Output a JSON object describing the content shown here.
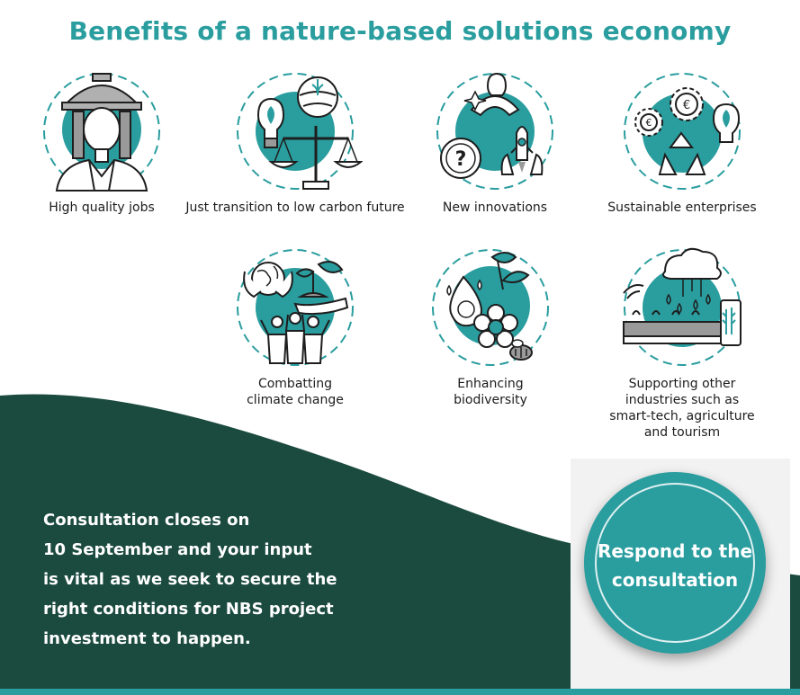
{
  "title": "Benefits of a nature-based solutions economy",
  "benefits": [
    {
      "label": "High quality jobs"
    },
    {
      "label": "Just transition to low carbon future"
    },
    {
      "label": "New innovations"
    },
    {
      "label": "Sustainable enterprises"
    },
    {
      "label": "Combatting climate change",
      "lines": [
        "Combatting",
        "climate change"
      ]
    },
    {
      "label": "Enhancing biodiversity",
      "lines": [
        "Enhancing",
        "biodiversity"
      ]
    },
    {
      "label": "Supporting other industries such as smart-tech, agriculture and tourism",
      "lines": [
        "Supporting other",
        "industries such as",
        "smart-tech, agriculture",
        "and tourism"
      ]
    }
  ],
  "consultation": {
    "lines": [
      "Consultation closes on",
      "10 September and your input",
      "is vital as we seek to secure the",
      "right conditions for NBS project",
      "investment to happen."
    ]
  },
  "cta": {
    "lines": [
      "Respond to the",
      "consultation"
    ]
  },
  "colors": {
    "teal": "#2a9d9f",
    "dark_green": "#1b4a3e",
    "outline": "#1e1e1e"
  }
}
